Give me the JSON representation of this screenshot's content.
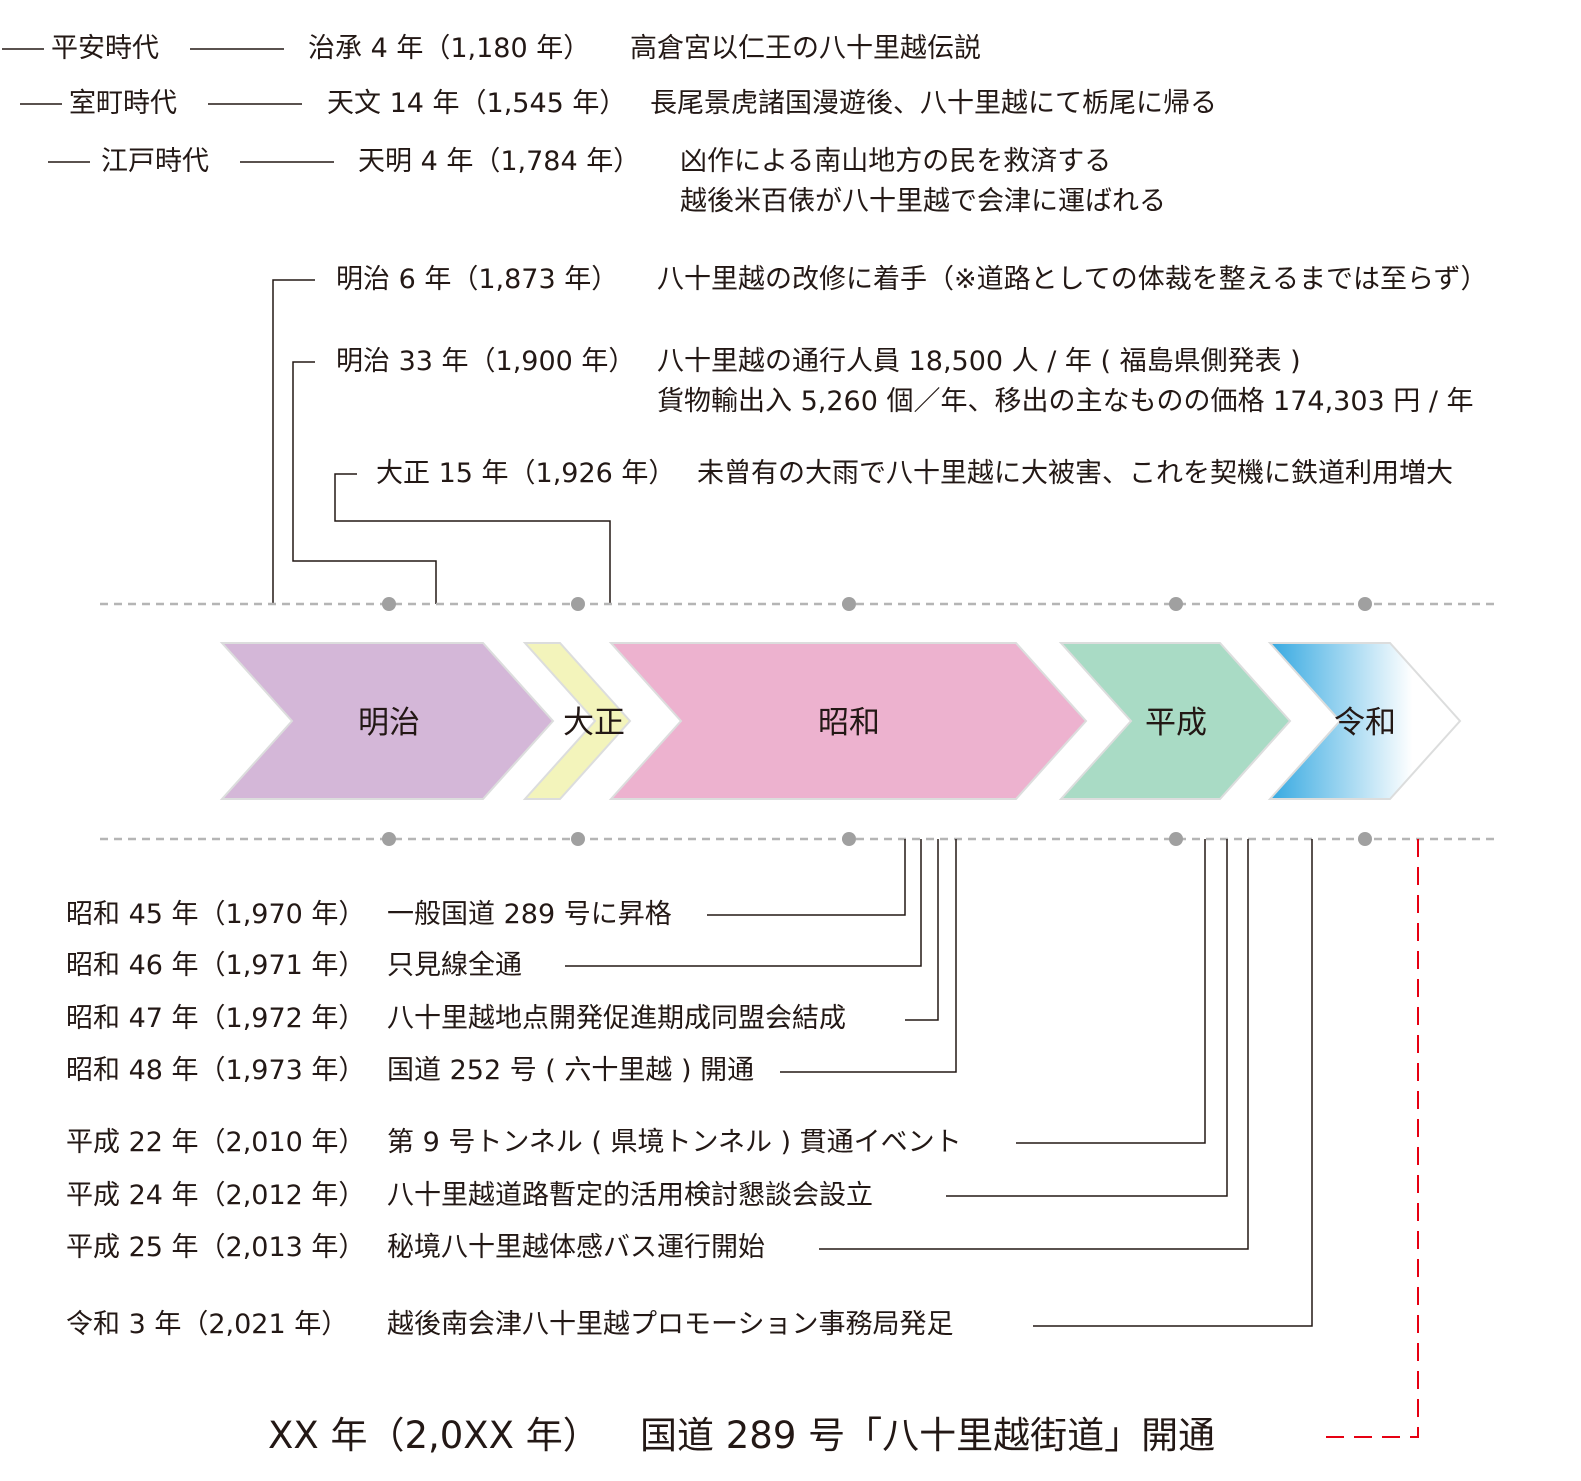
{
  "pre_eras": [
    {
      "era": "平安時代",
      "date": "治承 4 年（1,180 年）",
      "desc": "高倉宮以仁王の八十里越伝説"
    },
    {
      "era": "室町時代",
      "date": "天文 14 年（1,545 年）",
      "desc": "長尾景虎諸国漫遊後、八十里越にて栃尾に帰る"
    },
    {
      "era": "江戸時代",
      "date": "天明 4 年（1,784 年）",
      "desc": "凶作による南山地方の民を救済する",
      "desc2": "越後米百俵が八十里越で会津に運ばれる"
    }
  ],
  "upper_events": [
    {
      "date": "明治 6 年（1,873 年）",
      "desc": "八十里越の改修に着手（※道路としての体裁を整えるまでは至らず）"
    },
    {
      "date": "明治 33 年（1,900 年）",
      "desc": "八十里越の通行人員 18,500 人 / 年 ( 福島県側発表 )",
      "desc2": "貨物輸出入 5,260 個／年、移出の主なものの価格 174,303 円 / 年"
    },
    {
      "date": "大正 15 年（1,926 年）",
      "desc": "未曾有の大雨で八十里越に大被害、これを契機に鉄道利用増大"
    }
  ],
  "eras": [
    {
      "label": "明治",
      "color": "#d4b7d8"
    },
    {
      "label": "大正",
      "color": "#f3f4bb"
    },
    {
      "label": "昭和",
      "color": "#edb2cf"
    },
    {
      "label": "平成",
      "color": "#a9dbc5"
    },
    {
      "label": "令和",
      "color_start": "#36a9e1",
      "color_end": "#ffffff"
    }
  ],
  "lower_events": [
    {
      "date": "昭和 45 年（1,970 年）",
      "desc": "一般国道 289 号に昇格"
    },
    {
      "date": "昭和 46 年（1,971 年）",
      "desc": "只見線全通"
    },
    {
      "date": "昭和 47 年（1,972 年）",
      "desc": "八十里越地点開発促進期成同盟会結成"
    },
    {
      "date": "昭和 48 年（1,973 年）",
      "desc": "国道 252 号 ( 六十里越 ) 開通"
    },
    {
      "date": "平成 22 年（2,010 年）",
      "desc": "第 9 号トンネル ( 県境トンネル ) 貫通イベント"
    },
    {
      "date": "平成 24 年（2,012 年）",
      "desc": "八十里越道路暫定的活用検討懇談会設立"
    },
    {
      "date": "平成 25 年（2,013 年）",
      "desc": "秘境八十里越体感バス運行開始"
    },
    {
      "date": "令和 3 年（2,021 年）",
      "desc": "越後南会津八十里越プロモーション事務局発足"
    }
  ],
  "future_event": {
    "date": "XX 年（2,0XX 年）",
    "desc": "国道 289 号「八十里越街道」開通"
  },
  "colors": {
    "line": "#231815",
    "dash": "#b5b5b5",
    "future": "#e60012",
    "reiwa_border": "#dcdddd"
  }
}
